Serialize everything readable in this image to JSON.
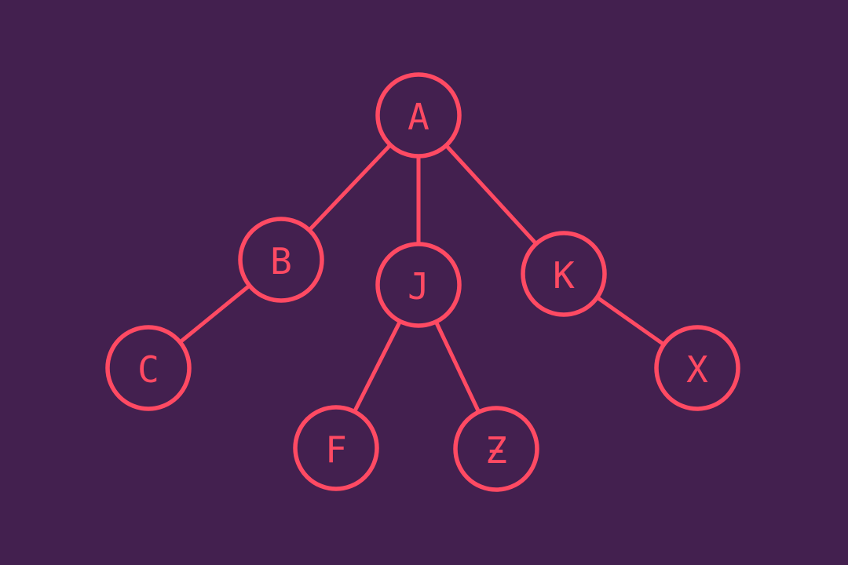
{
  "colors": {
    "background": "#43204F",
    "accent": "#FF4A63"
  },
  "tree": {
    "nodes": [
      {
        "id": "A",
        "label": "A"
      },
      {
        "id": "B",
        "label": "B"
      },
      {
        "id": "J",
        "label": "J"
      },
      {
        "id": "K",
        "label": "K"
      },
      {
        "id": "C",
        "label": "C"
      },
      {
        "id": "F",
        "label": "F"
      },
      {
        "id": "Z",
        "label": "Ƶ"
      },
      {
        "id": "X",
        "label": "X"
      }
    ],
    "edges": [
      [
        "A",
        "B"
      ],
      [
        "A",
        "J"
      ],
      [
        "A",
        "K"
      ],
      [
        "B",
        "C"
      ],
      [
        "J",
        "F"
      ],
      [
        "J",
        "Z"
      ],
      [
        "K",
        "X"
      ]
    ]
  }
}
